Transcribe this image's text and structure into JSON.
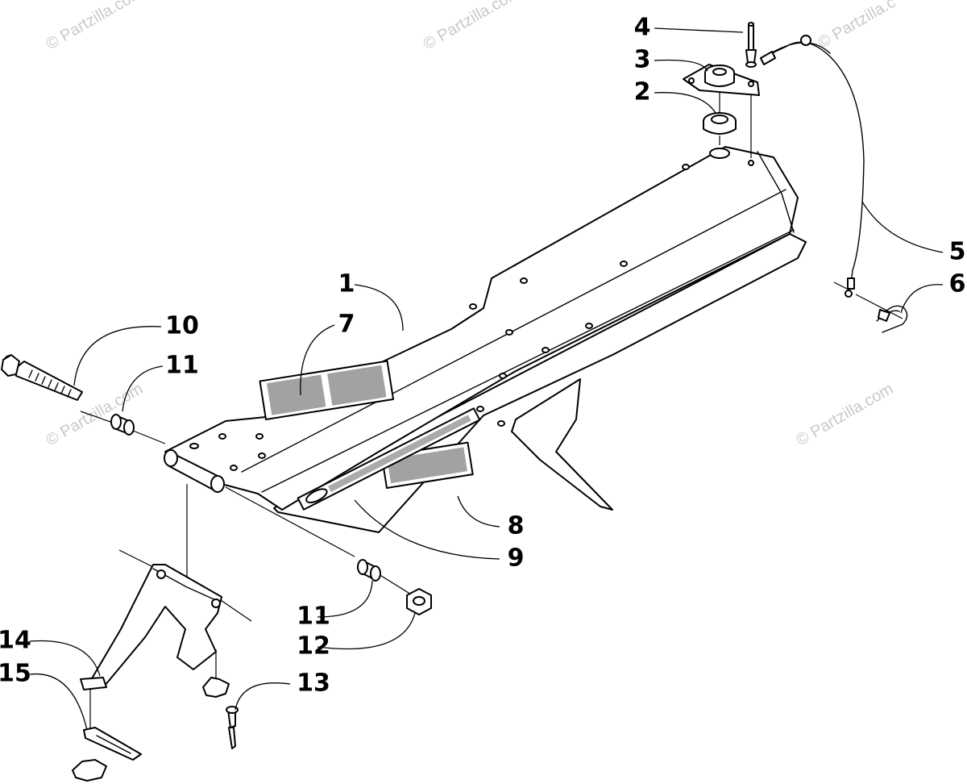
{
  "watermark": {
    "text": "© Partzilla.com",
    "text_short": "© Partzilla.c"
  },
  "callouts": {
    "c1": "1",
    "c2": "2",
    "c3": "3",
    "c4": "4",
    "c5": "5",
    "c6": "6",
    "c7": "7",
    "c8": "8",
    "c9": "9",
    "c10": "10",
    "c11a": "11",
    "c11b": "11",
    "c12": "12",
    "c13": "13",
    "c14": "14",
    "c15": "15"
  }
}
